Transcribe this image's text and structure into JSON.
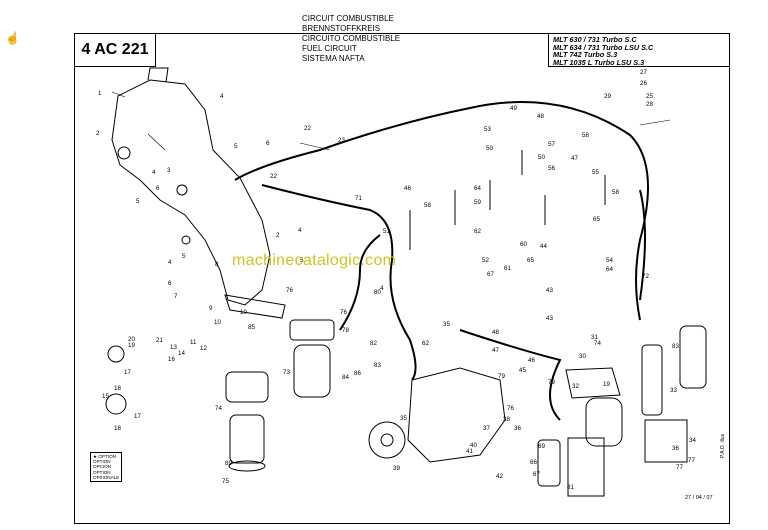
{
  "header": {
    "code": "4 AC 221",
    "titles": [
      "CIRCUIT COMBUSTIBLE",
      "BRENNSTOFFKREIS",
      "CIRCUITO COMBUSTIBLE",
      "FUEL CIRCUIT",
      "SISTEMA NAFTA"
    ],
    "models": [
      "MLT 630 / 731 Turbo S.C",
      "MLT 634 / 731 Turbo LSU S.C",
      "MLT 742 Turbo S.3",
      "MLT 1035 L Turbo LSU S.3"
    ]
  },
  "watermark": "machinecatalogic.com",
  "legend": [
    "★ OPTION",
    "OPTION",
    "OPCION",
    "OPTION",
    "OPZIONALE"
  ],
  "footer": {
    "date": "27 / 04 / 07",
    "pao": "P.A.O. illus"
  }
}
